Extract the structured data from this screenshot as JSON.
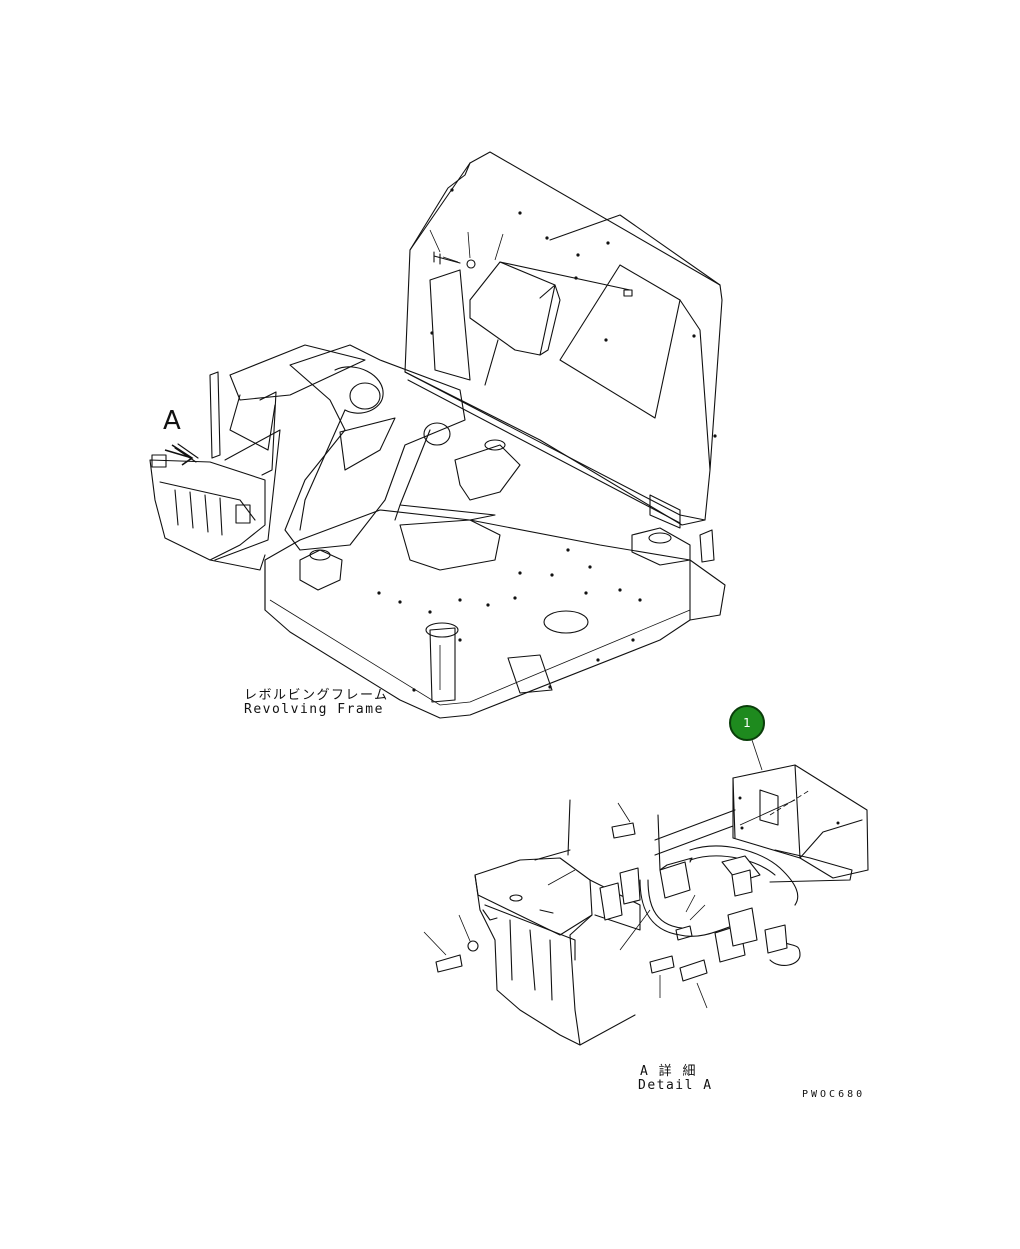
{
  "labels": {
    "view_marker": "A",
    "frame_jp": "レボルビングフレーム",
    "frame_en": "Revolving Frame",
    "detail_jp": "A 詳 細",
    "detail_en": "Detail A",
    "drawing_code": "PWOC680"
  },
  "callouts": [
    {
      "number": "1"
    }
  ],
  "colors": {
    "line": "#111111",
    "callout_fill": "#1e8a1e",
    "background": "#ffffff"
  }
}
